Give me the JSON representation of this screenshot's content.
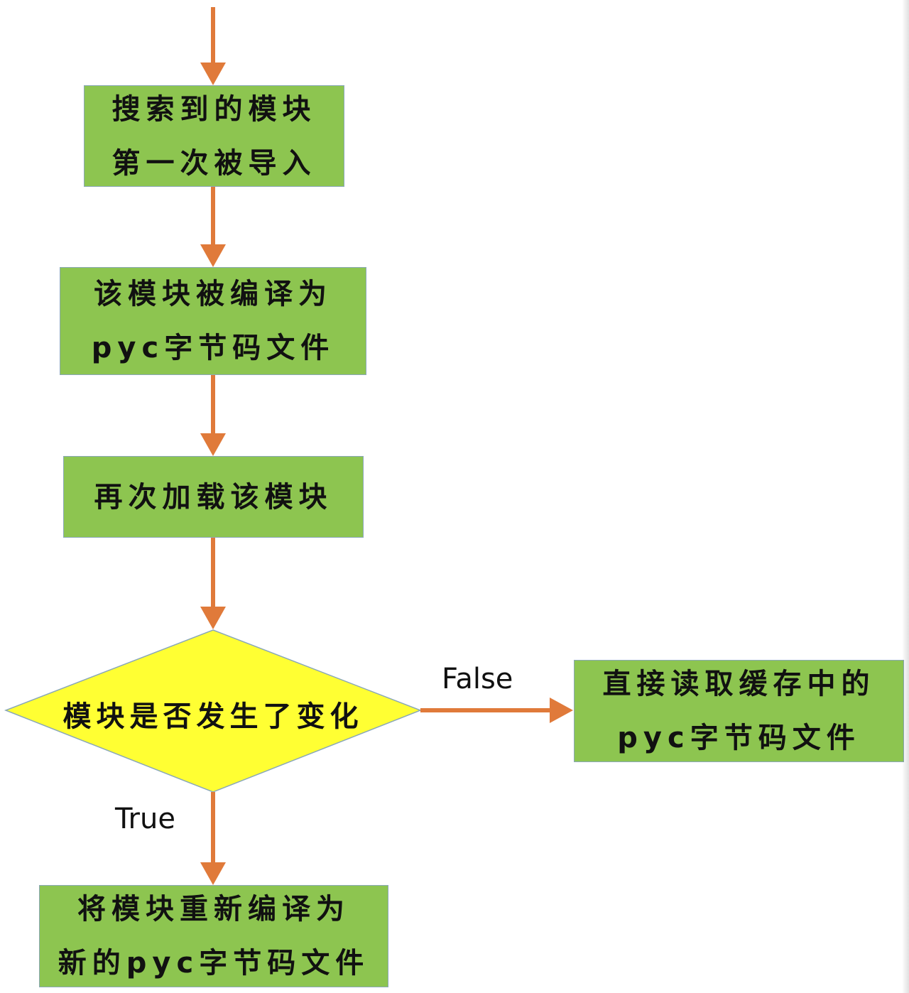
{
  "colors": {
    "box_fill": "#8dc550",
    "box_border": "#8aa8b8",
    "decision_fill": "#ffff33",
    "decision_border": "#8aa8b8",
    "arrow": "#e07a3a"
  },
  "nodes": {
    "search_module": {
      "line1": "搜索到的模块",
      "line2": "第一次被导入"
    },
    "compile_module": {
      "line1": "该模块被编译为",
      "line2": "pyc字节码文件"
    },
    "reload_module": {
      "line1": "再次加载该模块"
    },
    "decision": {
      "label": "模块是否发生了变化"
    },
    "read_cache": {
      "line1": "直接读取缓存中的",
      "line2": "pyc字节码文件"
    },
    "recompile": {
      "line1": "将模块重新编译为",
      "line2": "新的pyc字节码文件"
    }
  },
  "edges": {
    "false_label": "False",
    "true_label": "True"
  }
}
